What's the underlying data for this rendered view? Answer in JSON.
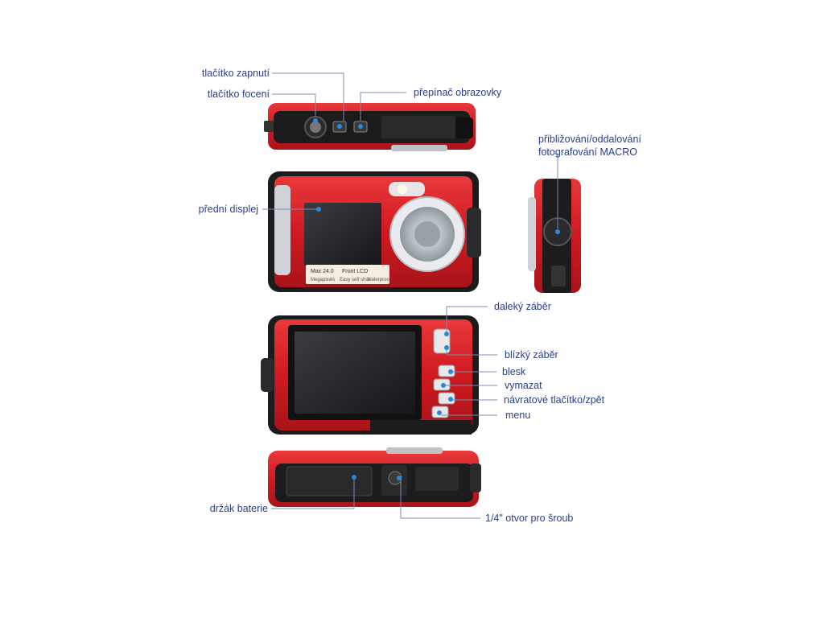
{
  "labels": {
    "power_button": "tlačítko zapnutí",
    "shutter_button": "tlačítko focení",
    "screen_switch": "přepínač obrazovky",
    "zoom_line1": "přibližování/oddalování",
    "zoom_line2": "fotografování MACRO",
    "front_display": "přední displej",
    "zoom_far": "daleký záběr",
    "zoom_near": "blízký záběr",
    "flash": "blesk",
    "delete": "vymazat",
    "back": "návratové tlačítko/zpět",
    "menu": "menu",
    "battery_holder": "držák baterie",
    "screw_hole": "1/4\" otvor pro šroub"
  },
  "front_badge": {
    "line1": "Max 24.0",
    "line2": "Front LCD",
    "line3": "Megapixels",
    "line4": "Easy self shot",
    "line5": "Waterproof"
  },
  "colors": {
    "body_red": "#d81c22",
    "body_dark": "#1c1c1e",
    "label_blue": "#2c3e8c",
    "callout_dot": "#2f86d6"
  }
}
